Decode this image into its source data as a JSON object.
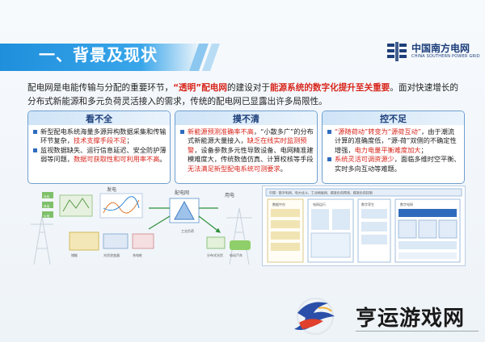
{
  "slide": {
    "section_title": "一、背景及现状",
    "brand_color": "#1d3f7a",
    "accent_color": "#2f86d6",
    "highlight_color": "#d8261c"
  },
  "logo": {
    "name_cn": "中国南方电网",
    "name_en": "CHINA SOUTHERN POWER GRID",
    "icon": "csg-logo-icon"
  },
  "intro": {
    "p1": "配电网是电能传输与分配的重要环节，",
    "p2": "“透明”配电网",
    "p3": "的建设对于",
    "p4": "能源系统的数字化提升至关重要",
    "p5": "。面对快速增长的分布式新能源和多元负荷灵活接入的需求，传统的配电网已显露出许多局限性。"
  },
  "cards": [
    {
      "title": "看不全",
      "b1_a": "新型配电系统海量多源异构数据采集和传输环节复杂，",
      "b1_b": "技术支撑手段不足",
      "b1_c": "；",
      "b2_a": "监视数据缺失、运行信息延迟、安全防护薄弱等问题，",
      "b2_b": "数据可获取性和可利用率不高",
      "b2_c": "。"
    },
    {
      "title": "摸不清",
      "b1_a": "新能源预测准确率不高",
      "b1_b": "，“小散多广”的分布式新能源大量接入，",
      "b1_c": "缺乏在线实时监测预警",
      "b1_d": "，设备参数多元性导致设备、电网精准建模难度大，传统数值仿真、计算校核等手段",
      "b1_e": "无法满足新型配电系统可测要求",
      "b1_f": "。"
    },
    {
      "title": "控不足",
      "b1_a": "“源随荷动”转变为“源荷互动”",
      "b1_b": "，由于潮流计算的准确度低，“源-荷”双侧的不确定性增强，",
      "b1_c": "电力电量平衡难度加大",
      "b1_d": "；",
      "b2_a": "系统灵活可调资源少",
      "b2_b": "，面临多维时空平衡、实时多向互动等难题。"
    }
  ],
  "illustration": {
    "label_gen": "发电",
    "label_dist": "配电网",
    "label_use": "用电",
    "small_labels": [
      "光伏",
      "风电",
      "火电",
      "储能",
      "光伏逆变器",
      "充电桩",
      "工业负荷",
      "分布式光伏",
      "电动汽车",
      "负荷"
    ]
  },
  "diagram": {
    "top_bar": "中国 · 数字电网、电力北斗、工业物联网、精准负荷预测、精准负荷控制",
    "panel1_title": "数据中台",
    "panel2_title": "数字电网",
    "panel3_title": "电网运行",
    "panel4_title": "数字孪生"
  },
  "watermark": {
    "text": "亨运游戏网",
    "icon": "dragon-logo-icon"
  }
}
